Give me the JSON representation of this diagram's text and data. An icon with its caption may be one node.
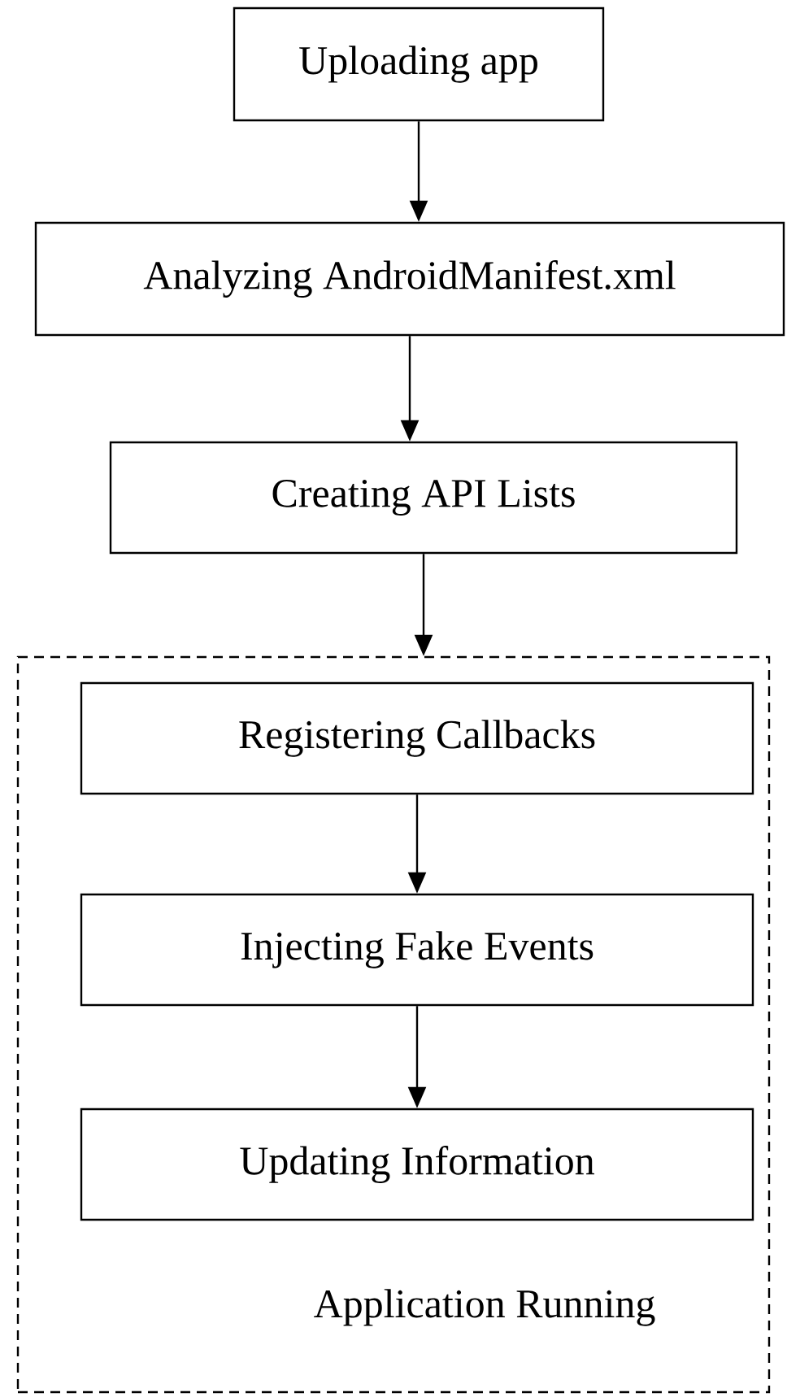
{
  "diagram": {
    "nodes": [
      {
        "text": [
          "Uploading app"
        ]
      },
      {
        "text": [
          "Analyzing AndroidManifest.xml"
        ]
      },
      {
        "text": [
          "Creating API Lists"
        ]
      },
      {
        "text": [
          "Application Running"
        ]
      },
      {
        "text": [
          "Registering Callbacks"
        ],
        "in": 3
      },
      {
        "text": [
          "Injecting Fake Events"
        ],
        "in": 3
      },
      {
        "text": [
          "Updating Information"
        ],
        "in": 3
      }
    ],
    "edges": [
      {
        "from": 0,
        "to": 1,
        "arrow": "to"
      },
      {
        "from": 1,
        "to": 2,
        "arrow": "to"
      },
      {
        "from": 2,
        "to": 3,
        "arrow": "to"
      },
      {
        "from": 4,
        "to": 5,
        "arrow": "to"
      },
      {
        "from": 5,
        "to": 6,
        "arrow": "to"
      }
    ]
  }
}
